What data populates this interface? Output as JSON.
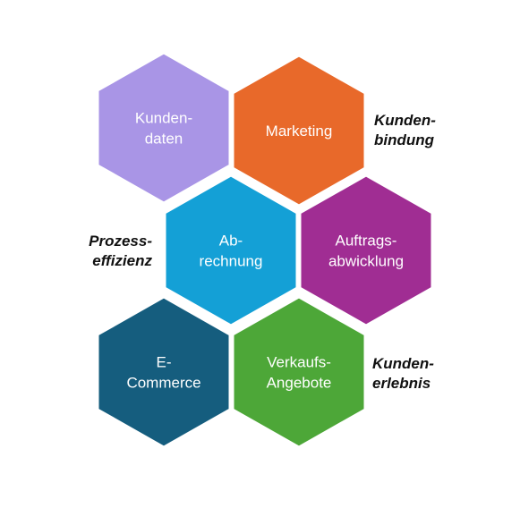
{
  "hexagons": [
    {
      "id": "kundendaten",
      "lines": [
        "Kunden-",
        "daten"
      ],
      "color": "#A995E6"
    },
    {
      "id": "marketing",
      "lines": [
        "Marketing"
      ],
      "color": "#E8692A"
    },
    {
      "id": "abrechnung",
      "lines": [
        "Ab-",
        "rechnung"
      ],
      "color": "#14A0D6"
    },
    {
      "id": "auftragsabwicklung",
      "lines": [
        "Auftrags-",
        "abwicklung"
      ],
      "color": "#A02D93"
    },
    {
      "id": "ecommerce",
      "lines": [
        "E-",
        "Commerce"
      ],
      "color": "#155D7E"
    },
    {
      "id": "verkaufsangebote",
      "lines": [
        "Verkaufs-",
        "Angebote"
      ],
      "color": "#4DA738"
    }
  ],
  "side_labels": {
    "kundenbindung": {
      "line1": "Kunden-",
      "line2": "bindung"
    },
    "prozesseffizienz": {
      "line1": "Prozess-",
      "line2": "effizienz"
    },
    "kundenerlebnis": {
      "line1": "Kunden-",
      "line2": "erlebnis"
    }
  }
}
